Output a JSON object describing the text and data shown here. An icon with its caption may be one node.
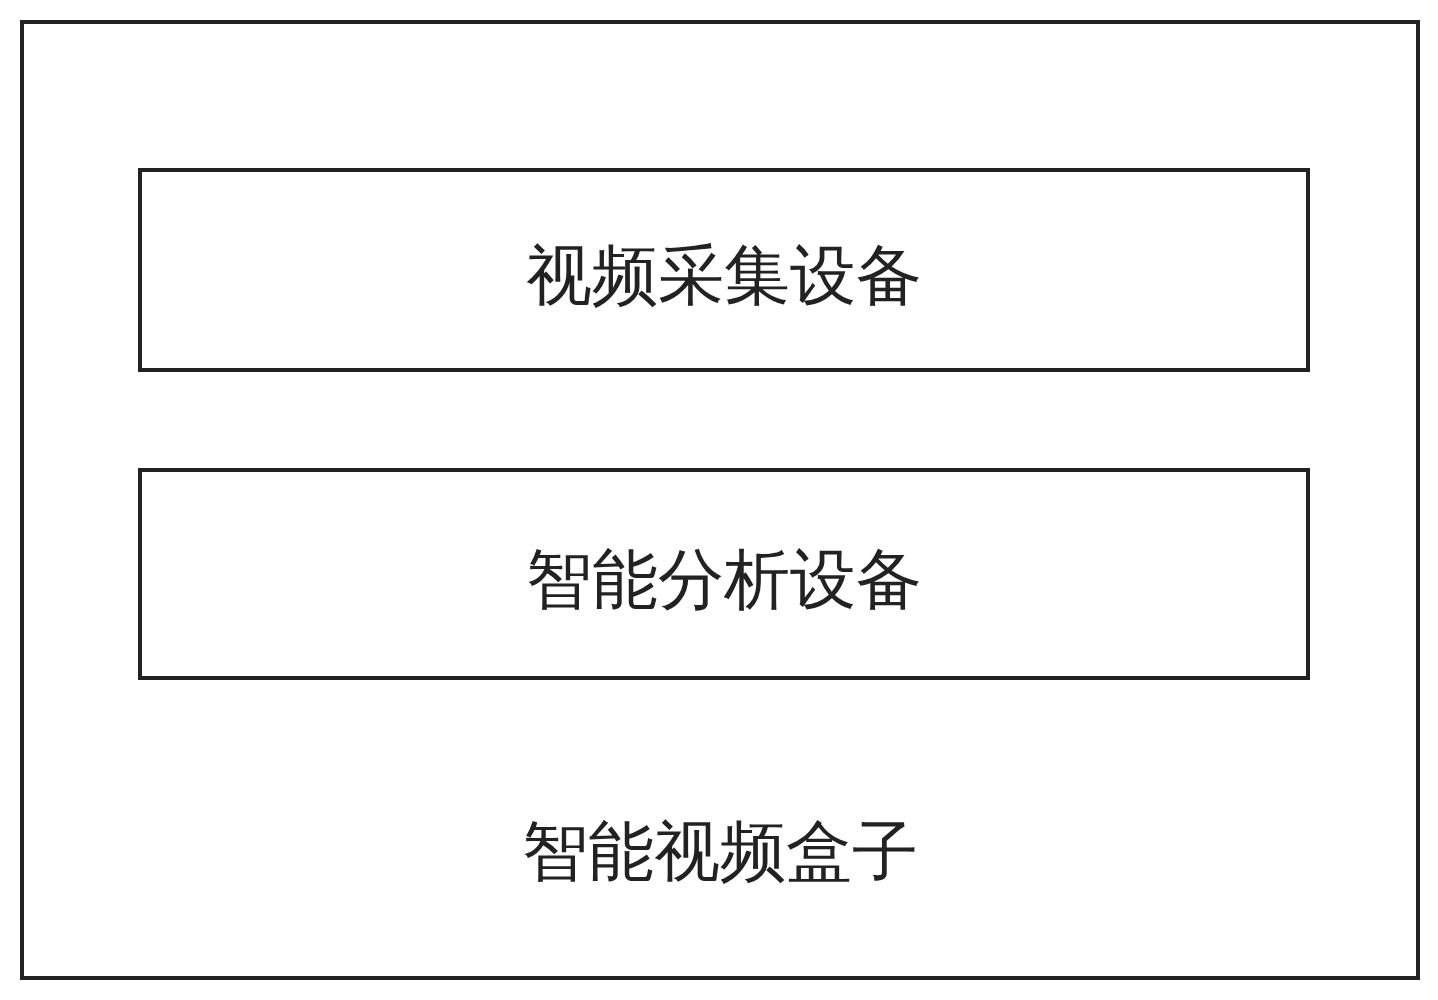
{
  "diagram": {
    "nodes": [
      {
        "text": [
          "智能视频盒子"
        ]
      },
      {
        "text": [
          "视频采集设备"
        ],
        "in": 0
      },
      {
        "text": [
          "智能分析设备"
        ],
        "in": 0
      }
    ]
  }
}
